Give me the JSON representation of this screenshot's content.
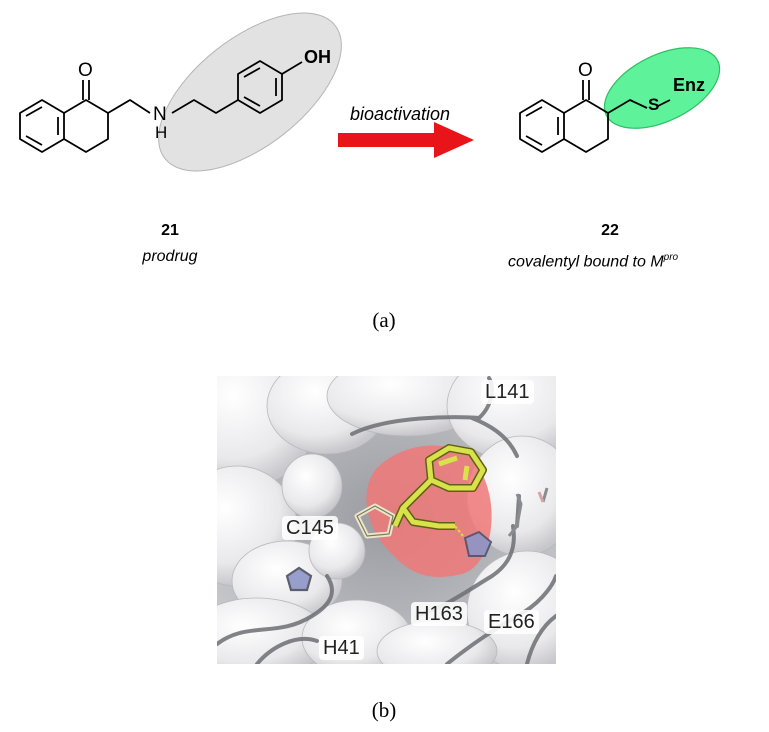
{
  "panel_a": {
    "compound_left": {
      "number": "21",
      "description": "prodrug",
      "atom_o": "O",
      "atom_oh": "OH",
      "atom_n": "N",
      "atom_h": "H"
    },
    "arrow_label": "bioactivation",
    "compound_right": {
      "number": "22",
      "description_main": "covalentyl bound to M",
      "description_sup": "pro",
      "atom_o": "O",
      "atom_s": "S",
      "enz_label": "Enz"
    },
    "panel_label": "(a)"
  },
  "panel_b": {
    "residues": {
      "l141": "L141",
      "c145": "C145",
      "h163": "H163",
      "e166": "E166",
      "h41": "H41"
    },
    "panel_label": "(b)"
  },
  "colors": {
    "arrow_red": "#e8141a",
    "enz_green": "#5ef29a",
    "grey_oval": "#e0e0e0",
    "ligand_yellow": "#d8e24a",
    "pocket_red": "#f07878"
  }
}
